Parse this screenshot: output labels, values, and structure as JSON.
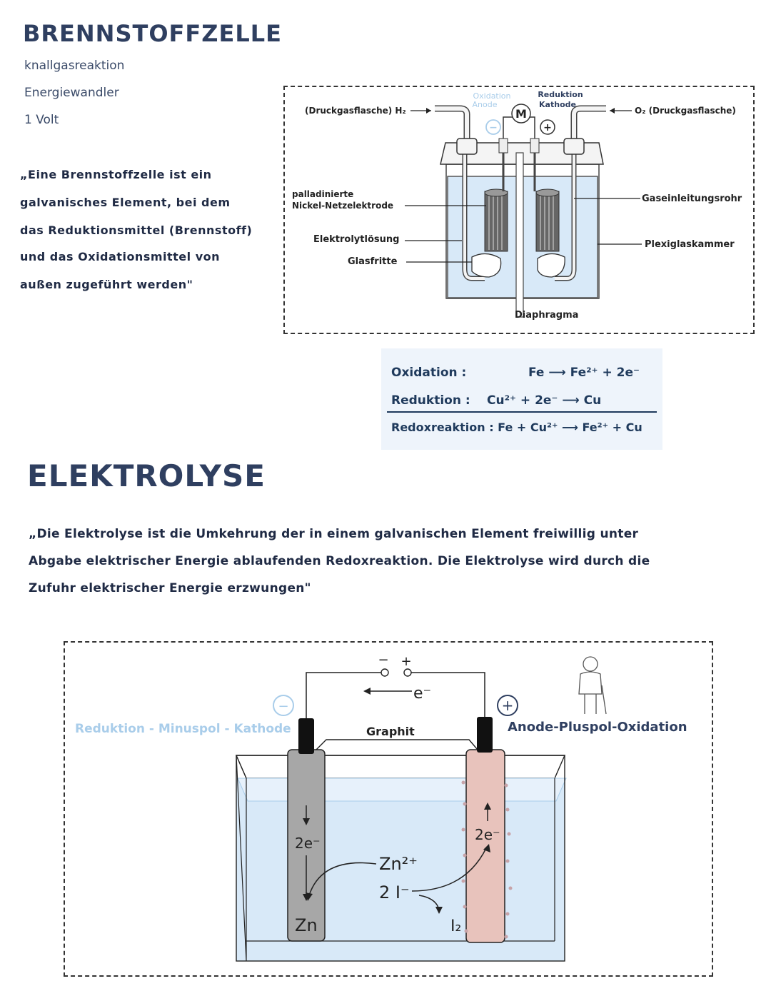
{
  "fuel_cell": {
    "title": "BRENNSTOFFZELLE",
    "notes": [
      "knallgasreaktion",
      "Energiewandler",
      "1 Volt"
    ],
    "definition_lines": [
      "„Eine Brennstoffzelle ist ein",
      "galvanisches Element, bei dem",
      "das Reduktionsmittel (Brennstoff)",
      "und das Oxidationsmittel von",
      "außen zugeführt werden\""
    ],
    "diagram": {
      "h2_label": "(Druckgasflasche) H₂",
      "o2_label": "O₂ (Druckgasflasche)",
      "oxidation_anode": "Oxidation\nAnode",
      "oxidation_label": "Oxidation",
      "anode_label": "Anode",
      "reduktion_label": "Reduktion",
      "kathode_label": "Kathode",
      "motor": "M",
      "minus": "−",
      "plus": "+",
      "electrode_label_1": "palladinierte",
      "electrode_label_2": "Nickel-Netzelektrode",
      "electrolyte": "Elektrolytlösung",
      "frit": "Glasfritte",
      "gas_tube": "Gaseinleitungsrohr",
      "chamber": "Plexiglaskammer",
      "diaphragm": "Diaphragma"
    }
  },
  "redox": {
    "oxidation_label": "Oxidation :",
    "oxidation_eq": "Fe ⟶ Fe²⁺ + 2e⁻",
    "reduktion_label": "Reduktion :",
    "reduktion_eq": "Cu²⁺ + 2e⁻ ⟶ Cu",
    "redox_line": "Redoxreaktion : Fe + Cu²⁺ ⟶ Fe²⁺ + Cu"
  },
  "electrolysis": {
    "title": "ELEKTROLYSE",
    "definition_lines": [
      "„Die Elektrolyse ist die Umkehrung der in einem galvanischen Element freiwillig unter",
      "Abgabe elektrischer Energie ablaufenden Redoxreaktion. Die Elektrolyse wird durch die",
      "Zufuhr elektrischer Energie erzwungen\""
    ],
    "diagram": {
      "minus": "−",
      "plus": "+",
      "electron": "e⁻",
      "left_label": "Reduktion - Minuspol - Kathode",
      "right_label": "Anode-Pluspol-Oxidation",
      "graphite": "Graphit",
      "left_e": "2e⁻",
      "right_e": "2e⁻",
      "zn_ion": "Zn²⁺",
      "iodide": "2 I⁻",
      "zinc": "Zn",
      "iodine": "I₂"
    }
  },
  "colors": {
    "title": "#2f3f60",
    "light_blue": "#a9cdea",
    "water": "#d8e9f8",
    "anode_pink": "#e8c3bc",
    "cathode_gray": "#a7a7a7"
  }
}
